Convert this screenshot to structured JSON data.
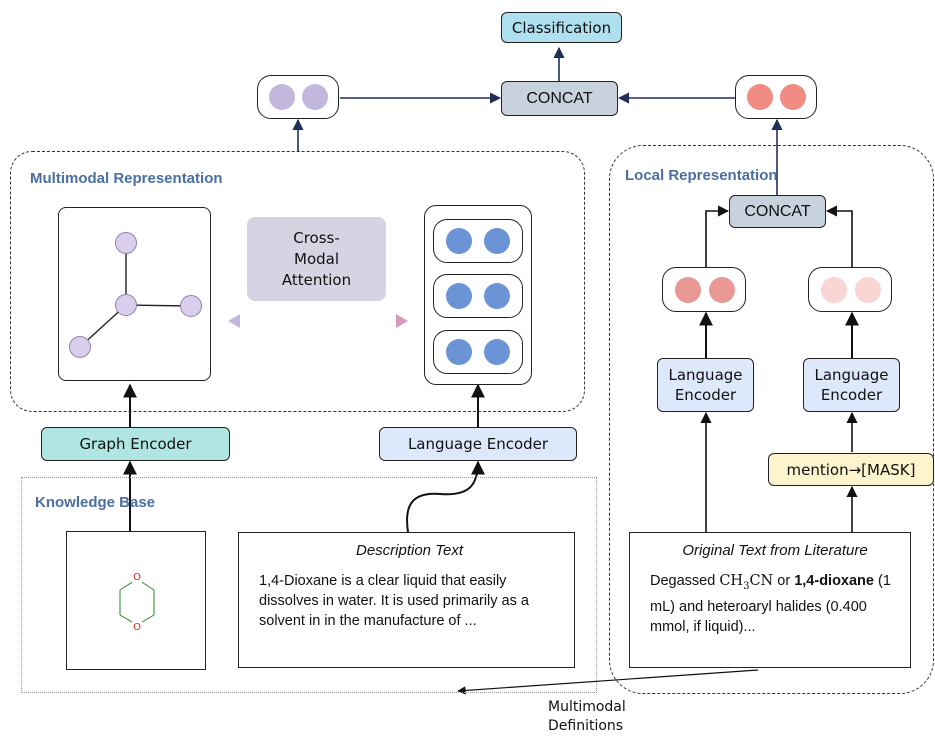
{
  "top": {
    "classification": "Classification",
    "concat": "CONCAT"
  },
  "multimodal": {
    "title": "Multimodal Representation",
    "attention": "Cross-Modal Attention"
  },
  "local": {
    "title": "Local Representation",
    "concat": "CONCAT",
    "left_encoder": "Language Encoder",
    "right_encoder": "Language Encoder",
    "mask_label": "mention→[MASK]"
  },
  "encoders": {
    "graph": "Graph Encoder",
    "language": "Language Encoder"
  },
  "knowledge_base": {
    "title": "Knowledge Base",
    "molecule_atom_label": "O"
  },
  "description": {
    "title": "Description Text",
    "body": "1,4-Dioxane is a clear liquid that easily dissolves in water. It is used primarily as a solvent in in the manufacture of ..."
  },
  "original": {
    "title": "Original Text from Literature",
    "line_start": "Degassed ",
    "formula": "CH3CN",
    "or_text": " or ",
    "bold": "1,4-dioxane",
    "rest": " (1 mL) and heteroaryl halides (0.400 mmol, if liquid)..."
  },
  "footer": {
    "label": "Multimodal Definitions"
  },
  "colors": {
    "purple_dot": "#c4b7dd",
    "blue_dot": "#6b93d6",
    "red_dot": "#f08c84",
    "red_dot_light": "#e99896",
    "pink_dot_pale": "#f9d6d4",
    "classification_bg": "#aee0ef",
    "concat_bg": "#c8d2dd",
    "graph_encoder_bg": "#b0e6e1",
    "language_encoder_bg": "#dde8fb",
    "mask_bg": "#fdf3cc",
    "section_title": "#4b6fa3"
  }
}
